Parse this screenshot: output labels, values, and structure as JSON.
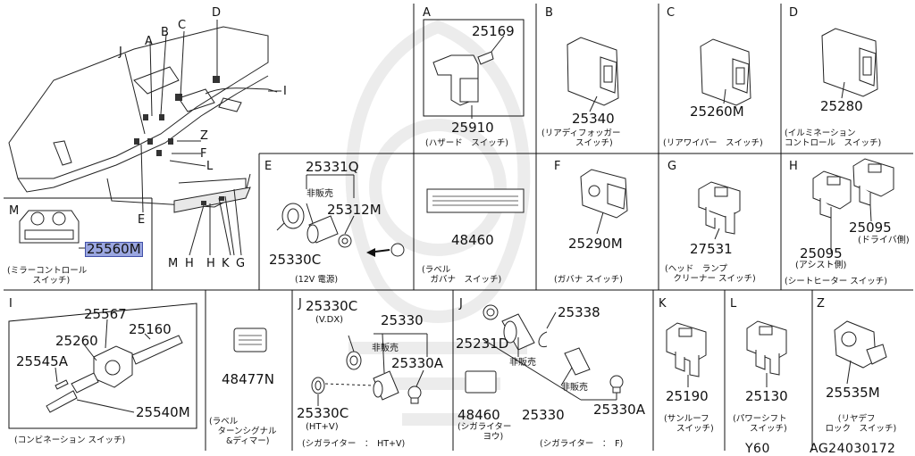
{
  "panels": {
    "A": {
      "letter": "A",
      "parts": [
        "25169",
        "25910"
      ],
      "caption": "(ハザード　スイッチ)"
    },
    "B": {
      "letter": "B",
      "parts": [
        "25340"
      ],
      "caption": "(リアディフォッガー\n　　　　スイッチ)"
    },
    "C": {
      "letter": "C",
      "parts": [
        "25260M"
      ],
      "caption": "(リアワイパー　スイッチ)"
    },
    "D": {
      "letter": "D",
      "parts": [
        "25280"
      ],
      "caption": "(イルミネーション\nコントロール　スイッチ)"
    },
    "E": {
      "letter": "E",
      "parts": [
        "25331Q",
        "25312M",
        "25330C"
      ],
      "note": "非販売",
      "caption": "(12V 電源)"
    },
    "label48460": {
      "parts": [
        "48460"
      ],
      "caption": "(ラベル\n　ガバナ　スイッチ)"
    },
    "F": {
      "letter": "F",
      "parts": [
        "25290M"
      ],
      "caption": "(ガバナ スイッチ)"
    },
    "G": {
      "letter": "G",
      "parts": [
        "27531"
      ],
      "caption": "(ヘッド　ランプ\n　クリーナー スイッチ)"
    },
    "H": {
      "letter": "H",
      "parts": [
        "25095",
        "25095"
      ],
      "sub": [
        "(ドライバ側)",
        "(アシスト側)"
      ],
      "caption": "(シートヒーター スイッチ)"
    },
    "M": {
      "letter": "M",
      "parts": [
        "25560M"
      ],
      "caption": "(ミラーコントロール\n　　　スイッチ)"
    },
    "I": {
      "letter": "I",
      "parts": [
        "25567",
        "25260",
        "25160",
        "25545A",
        "25540M"
      ],
      "caption": "(コンビネーション スイッチ)"
    },
    "label48477N": {
      "parts": [
        "48477N"
      ],
      "caption": "(ラベル\n　ターンシグナル\n　　&ディマー)"
    },
    "J1": {
      "letter": "J",
      "parts": [
        "25330C",
        "25330",
        "25330A",
        "25330C"
      ],
      "subs": [
        "(V.DX)",
        "(HT+V)"
      ],
      "note": "非販売",
      "caption": "(シガライター　：　HT+V)"
    },
    "J2": {
      "letter": "J",
      "parts": [
        "25338",
        "25231D",
        "48460",
        "25330",
        "25330A"
      ],
      "notes": [
        "非販売",
        "非販売"
      ],
      "cap_label": "(シガライター\n　　　ヨウ)",
      "caption": "(シガライター　：　F)"
    },
    "K": {
      "letter": "K",
      "parts": [
        "25190"
      ],
      "caption": "(サンルーフ\n　　スイッチ)"
    },
    "L": {
      "letter": "L",
      "parts": [
        "25130"
      ],
      "caption": "(パワーシフト\n　　スイッチ)"
    },
    "Z": {
      "letter": "Z",
      "parts": [
        "25535M"
      ],
      "caption": "(リヤデフ\n　ロック　スイッチ)"
    }
  },
  "overview_letters": [
    "J",
    "A",
    "B",
    "C",
    "D",
    "I",
    "Z",
    "F",
    "L",
    "E",
    "M",
    "H",
    "H",
    "K",
    "G"
  ],
  "footer": {
    "model": "Y60",
    "code": "AG24030172"
  },
  "colors": {
    "highlight": "#9aa6e0",
    "line": "#222222"
  }
}
